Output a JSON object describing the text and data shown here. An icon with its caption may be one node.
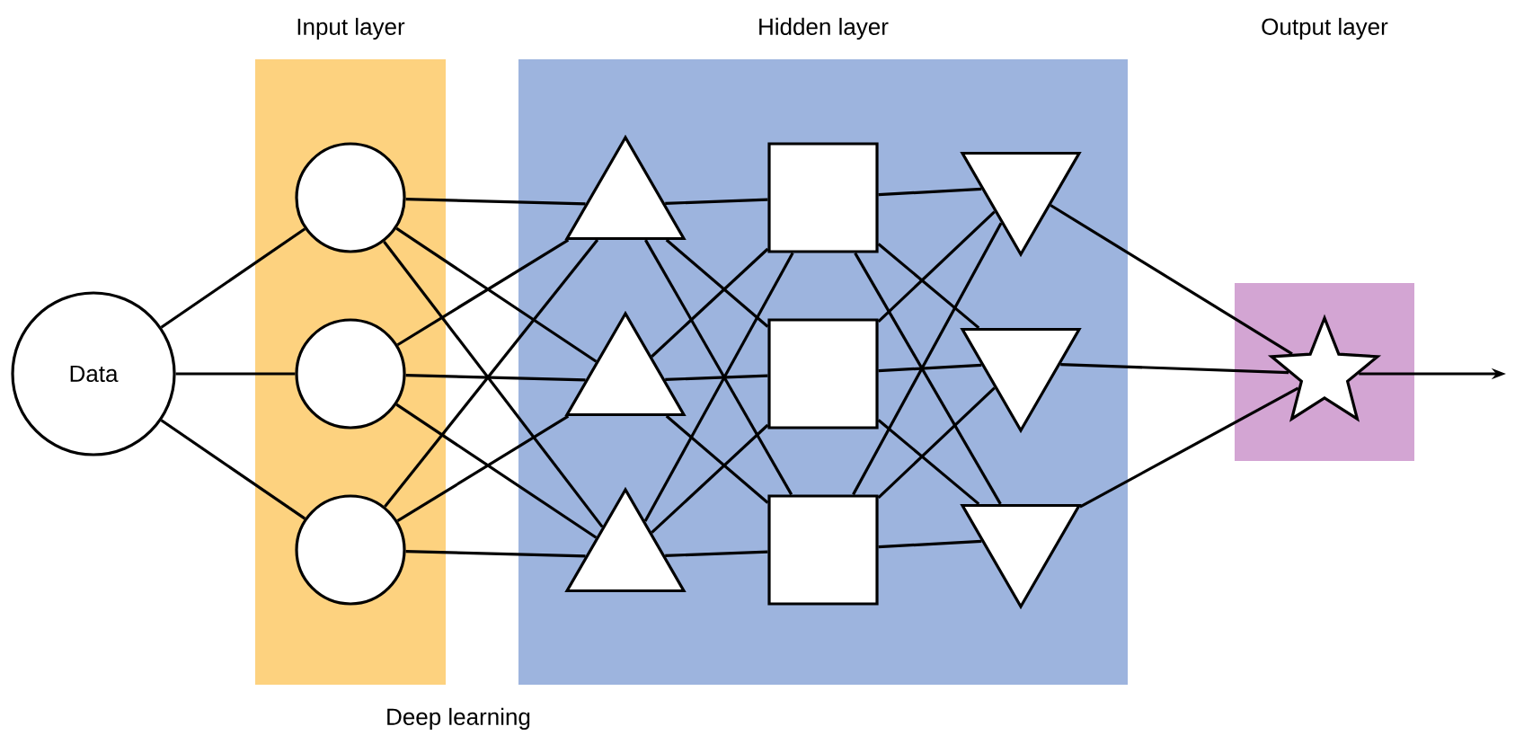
{
  "diagram": {
    "nodes": [
      {
        "text": [
          "Data"
        ]
      },
      {
        "text": [
          "Input layer"
        ]
      },
      {
        "text": [],
        "shape": "circle",
        "in": 1
      },
      {
        "text": [],
        "shape": "circle",
        "in": 1
      },
      {
        "text": [],
        "shape": "circle",
        "in": 1
      },
      {
        "text": [
          "Hidden layer"
        ]
      },
      {
        "text": [],
        "shape": "triangle",
        "in": 5
      },
      {
        "text": [],
        "shape": "triangle",
        "in": 5
      },
      {
        "text": [],
        "shape": "triangle",
        "in": 5
      },
      {
        "text": [],
        "shape": "box",
        "in": 5
      },
      {
        "text": [],
        "shape": "box",
        "in": 5
      },
      {
        "text": [],
        "shape": "box",
        "in": 5
      },
      {
        "text": [],
        "shape": "triangle",
        "in": 5
      },
      {
        "text": [],
        "shape": "triangle",
        "in": 5
      },
      {
        "text": [],
        "shape": "triangle",
        "in": 5
      },
      {
        "text": [],
        "shape": "box"
      },
      {
        "text": [],
        "shape": "star",
        "in": 15
      }
    ],
    "edges": [
      {
        "from": 0,
        "to": 2,
        "arrow": "none"
      },
      {
        "from": 0,
        "to": 3,
        "arrow": "none"
      },
      {
        "from": 0,
        "to": 4,
        "arrow": "none"
      },
      {
        "from": 2,
        "to": 6,
        "arrow": "none"
      },
      {
        "from": 2,
        "to": 7,
        "arrow": "none"
      },
      {
        "from": 2,
        "to": 8,
        "arrow": "none"
      },
      {
        "from": 3,
        "to": 6,
        "arrow": "none"
      },
      {
        "from": 3,
        "to": 7,
        "arrow": "none"
      },
      {
        "from": 3,
        "to": 8,
        "arrow": "none"
      },
      {
        "from": 4,
        "to": 6,
        "arrow": "none"
      },
      {
        "from": 4,
        "to": 7,
        "arrow": "none"
      },
      {
        "from": 4,
        "to": 8,
        "arrow": "none"
      },
      {
        "from": 6,
        "to": 9,
        "arrow": "none"
      },
      {
        "from": 6,
        "to": 10,
        "arrow": "none"
      },
      {
        "from": 6,
        "to": 11,
        "arrow": "none"
      },
      {
        "from": 7,
        "to": 9,
        "arrow": "none"
      },
      {
        "from": 7,
        "to": 10,
        "arrow": "none"
      },
      {
        "from": 7,
        "to": 11,
        "arrow": "none"
      },
      {
        "from": 8,
        "to": 9,
        "arrow": "none"
      },
      {
        "from": 8,
        "to": 10,
        "arrow": "none"
      },
      {
        "from": 8,
        "to": 11,
        "arrow": "none"
      },
      {
        "from": 9,
        "to": 12,
        "arrow": "none"
      },
      {
        "from": 9,
        "to": 13,
        "arrow": "none"
      },
      {
        "from": 9,
        "to": 14,
        "arrow": "none"
      },
      {
        "from": 10,
        "to": 12,
        "arrow": "none"
      },
      {
        "from": 10,
        "to": 13,
        "arrow": "none"
      },
      {
        "from": 10,
        "to": 14,
        "arrow": "none"
      },
      {
        "from": 11,
        "to": 12,
        "arrow": "none"
      },
      {
        "from": 11,
        "to": 13,
        "arrow": "none"
      },
      {
        "from": 11,
        "to": 14,
        "arrow": "none"
      },
      {
        "from": 12,
        "to": 16,
        "arrow": "none"
      },
      {
        "from": 13,
        "to": 16,
        "arrow": "none"
      },
      {
        "from": 14,
        "to": 16,
        "arrow": "none"
      },
      {
        "from": 16,
        "to": null,
        "arrow": "to"
      }
    ],
    "labels": [
      "Output layer",
      "Deep learning"
    ]
  }
}
